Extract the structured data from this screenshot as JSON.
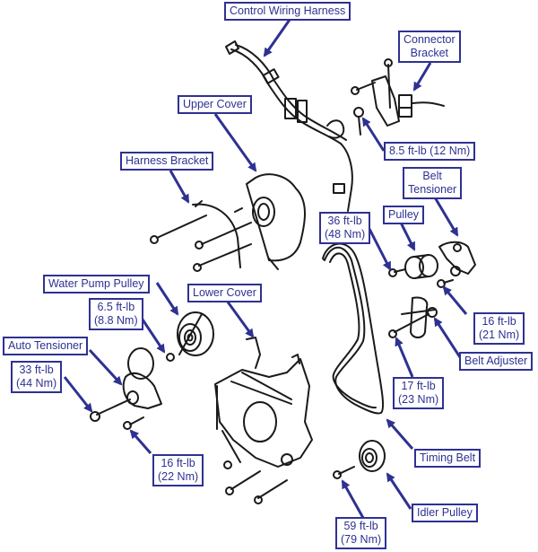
{
  "diagram": {
    "title": "Timing belt components exploded view",
    "accent_color": "#2e3192",
    "line_color": "#1a1a1a",
    "labels": {
      "control_wiring_harness": "Control Wiring Harness",
      "connector_bracket": [
        "Connector",
        "Bracket"
      ],
      "torque_8_5": "8.5 ft-lb (12 Nm)",
      "upper_cover": "Upper Cover",
      "harness_bracket": "Harness Bracket",
      "belt_tensioner": [
        "Belt",
        "Tensioner"
      ],
      "pulley": "Pulley",
      "torque_36": [
        "36 ft-lb",
        "(48 Nm)"
      ],
      "water_pump_pulley": "Water Pump Pulley",
      "torque_6_5": [
        "6.5 ft-lb",
        "(8.8 Nm)"
      ],
      "lower_cover": "Lower Cover",
      "torque_16_21": [
        "16 ft-lb",
        "(21 Nm)"
      ],
      "auto_tensioner": "Auto Tensioner",
      "torque_33": [
        "33 ft-lb",
        "(44 Nm)"
      ],
      "belt_adjuster": "Belt Adjuster",
      "torque_17": [
        "17 ft-lb",
        "(23 Nm)"
      ],
      "torque_16_22": [
        "16 ft-lb",
        "(22 Nm)"
      ],
      "timing_belt": "Timing Belt",
      "idler_pulley": "Idler Pulley",
      "torque_59": [
        "59 ft-lb",
        "(79 Nm)"
      ]
    }
  }
}
